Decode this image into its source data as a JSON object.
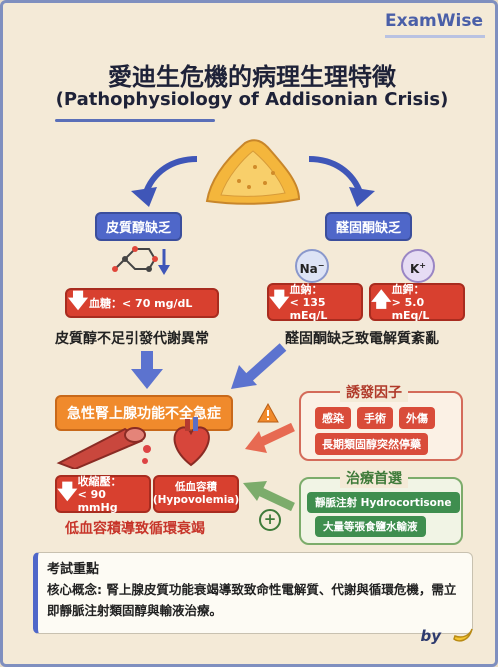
{
  "brand": "ExamWise",
  "title_zh": "愛迪生危機的病理生理特徵",
  "title_en": "(Pathophysiology of Addisonian Crisis)",
  "left_branch": {
    "heading": "皮質醇缺乏",
    "box": {
      "arrow": "down",
      "text": "血糖：< 70 mg/dL"
    },
    "caption": "皮質醇不足引發代謝異常"
  },
  "right_branch": {
    "heading": "醛固酮缺乏",
    "ion_na": "Na",
    "ion_k": "K",
    "box_na": {
      "arrow": "down",
      "line1": "血鈉：",
      "line2": "< 135 mEq/L"
    },
    "box_k": {
      "arrow": "up",
      "line1": "血鉀：",
      "line2": "> 5.0 mEq/L"
    },
    "caption": "醛固酮缺乏致電解質紊亂"
  },
  "center_box": "急性腎上腺功能不全急症",
  "triggers": {
    "title": "誘發因子",
    "items": [
      "感染",
      "手術",
      "外傷"
    ],
    "wide_item": "長期類固醇突然停藥"
  },
  "lower_left": {
    "box_bp": {
      "arrow": "down",
      "line1": "收縮壓：",
      "line2": "< 90 mmHg"
    },
    "box_vol": {
      "line1": "低血容積",
      "line2": "(Hypovolemia)"
    },
    "caption": "低血容積導致循環衰竭"
  },
  "treatment": {
    "title": "治療首選",
    "items": [
      "靜脈注射 Hydrocortisone",
      "大量等張食鹽水輸液"
    ]
  },
  "exam": {
    "title": "考試重點",
    "body": "核心概念: 腎上腺皮質功能衰竭導致致命性電解質、代謝與循環危機，需立即靜脈注射類固醇與輸液治療。"
  },
  "signature": "by",
  "colors": {
    "blue": "#4f67c9",
    "red": "#d8402f",
    "orange": "#f08a2c",
    "green": "#3f8e4f"
  }
}
